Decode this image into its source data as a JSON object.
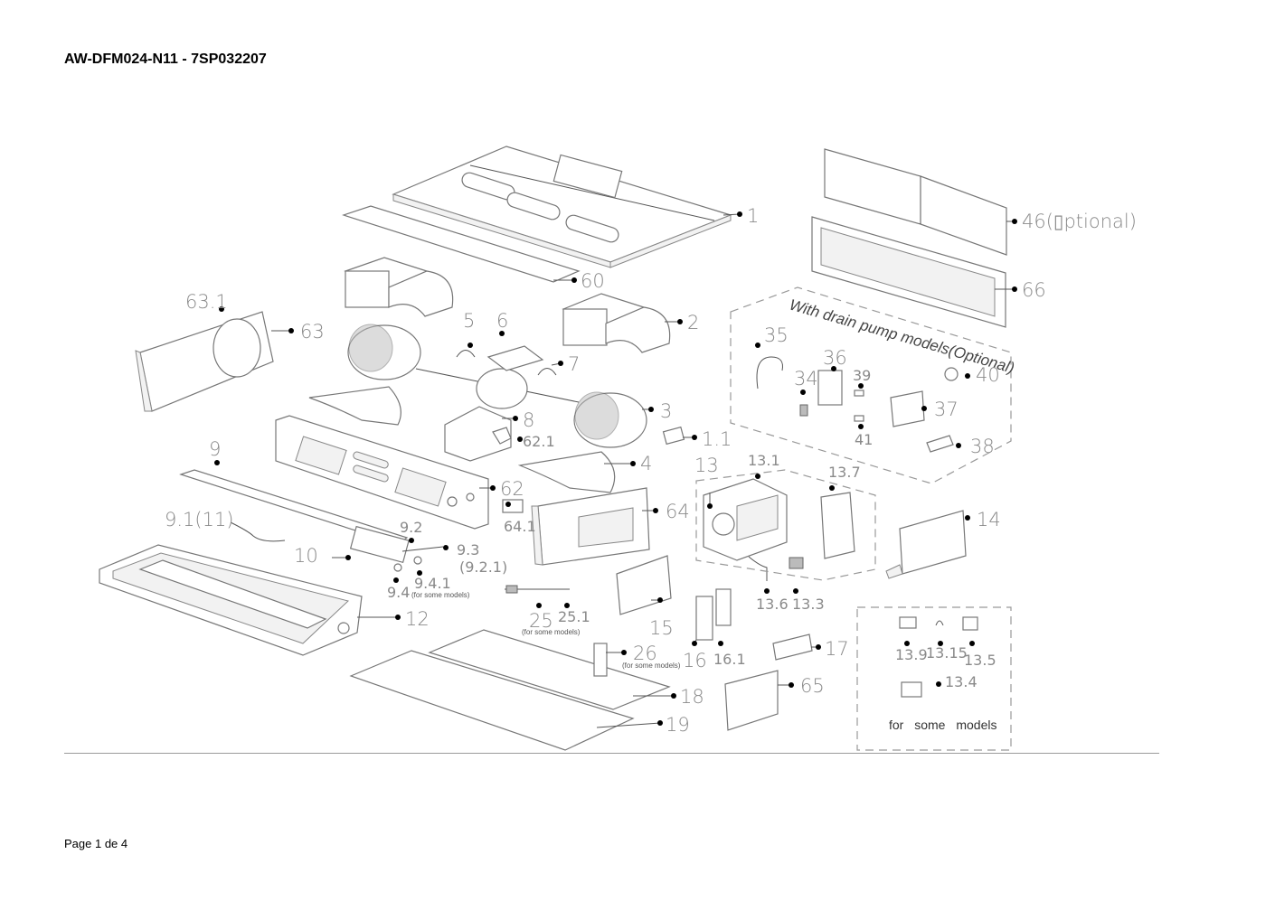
{
  "document": {
    "title": "AW-DFM024-N11 - 7SP032207",
    "footer": "Page 1 de 4"
  },
  "diagram": {
    "labels": {
      "p1": "1",
      "p2": "2",
      "p3": "3",
      "p4": "4",
      "p5": "5",
      "p6": "6",
      "p7": "7",
      "p8": "8",
      "p9": "9",
      "p10": "10",
      "p12": "12",
      "p13": "13",
      "p14": "14",
      "p15": "15",
      "p16": "16",
      "p17": "17",
      "p18": "18",
      "p19": "19",
      "p26": "26",
      "p60": "60",
      "p62": "62",
      "p63": "63",
      "p64": "64",
      "p65": "65",
      "p66": "66",
      "p1_1": "1.1",
      "p9_1": "9.1(11)",
      "p9_2": "9.2",
      "p9_3": "9.3",
      "p9_2_1": "(9.2.1)",
      "p9_4": "9.4",
      "p9_4_1": "9.4.1",
      "p13_1": "13.1",
      "p13_3": "13.3",
      "p13_6": "13.6",
      "p13_7": "13.7",
      "p16_1": "16.1",
      "p25": "25",
      "p25_1": "25.1",
      "p62_1": "62.1",
      "p63_1": "63.1",
      "p64_1": "64.1",
      "p46": "46(▯ptional)",
      "p34": "34",
      "p35": "35",
      "p36": "36",
      "p37": "37",
      "p38": "38",
      "p39": "39",
      "p40": "40",
      "p41": "41",
      "p13_4": "13.4",
      "p13_5": "13.5",
      "p13_9": "13.9",
      "p13_15": "13.15"
    },
    "notes": {
      "drain_pump": "With drain pump models(Optional)",
      "for_some_models_box": "for some models",
      "for_some_models_1": "(for some models)",
      "for_some_models_2": "(for some models)",
      "for_some_models_3": "(for some models)"
    }
  }
}
